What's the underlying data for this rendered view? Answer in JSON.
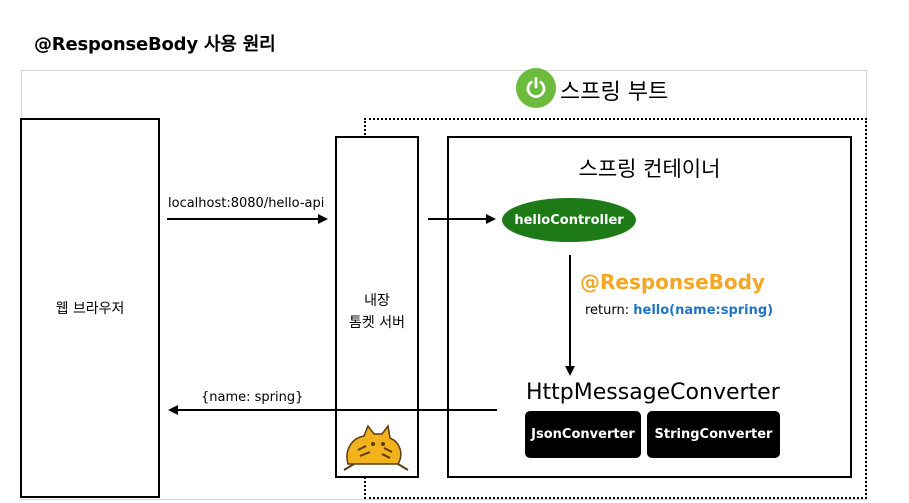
{
  "title": "@ResponseBody 사용 원리",
  "spring_boot": {
    "label": "스프링 부트",
    "logo_icon": "power-icon",
    "logo_color": "#6cbb3c"
  },
  "browser": {
    "label": "웹 브라우저"
  },
  "server": {
    "line1": "내장",
    "line2": "톰켓 서버",
    "mascot_icon": "tomcat-cat-icon"
  },
  "container": {
    "title": "스프링 컨테이너"
  },
  "controller": {
    "label": "helloController",
    "color": "#1e7a16"
  },
  "annotation": {
    "label": "@ResponseBody",
    "color": "#f5a623"
  },
  "return_stmt": {
    "prefix": "return: ",
    "value": "hello(name:spring)",
    "value_color": "#1f73c4"
  },
  "converter": {
    "title": "HttpMessageConverter",
    "items": [
      "JsonConverter",
      "StringConverter"
    ]
  },
  "request": {
    "label": "localhost:8080/hello-api"
  },
  "response": {
    "label": "{name: spring}"
  }
}
